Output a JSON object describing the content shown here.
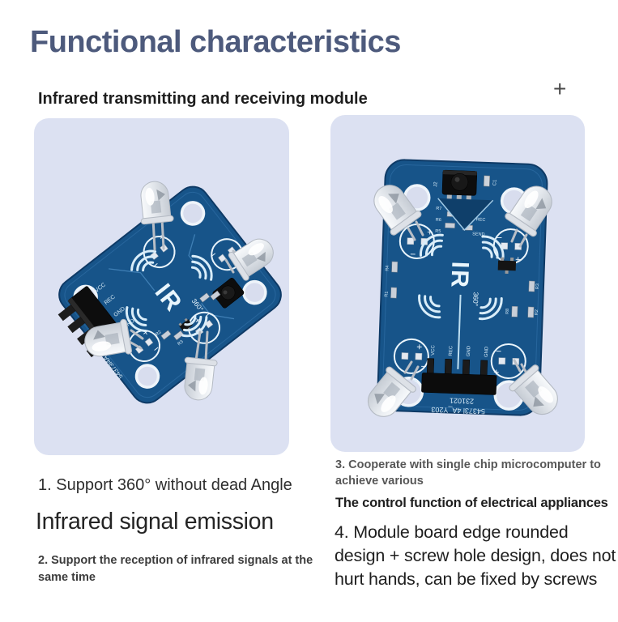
{
  "header": {
    "title": "Functional characteristics",
    "subtitle": "Infrared transmitting and receiving module",
    "plus": "+"
  },
  "panels": {
    "left": {
      "ir": "IR",
      "deg": "360°",
      "board_id": "54373l4A Y209",
      "pins": [
        "VCC",
        "REC",
        "GND",
        "GND"
      ],
      "smd": [
        "R2",
        "R3"
      ]
    },
    "right": {
      "ir": "IR",
      "deg": "360°",
      "j2": "J2",
      "c1": "C1",
      "j1": "J1",
      "labels": {
        "r7": "R7",
        "r6": "R6",
        "r5": "R5",
        "rec": "REC",
        "send": "SEND",
        "r4": "R4",
        "r1": "R1",
        "r3": "R3",
        "r2": "R2",
        "r8": "R8"
      },
      "pins": [
        "VCC",
        "REC",
        "GND",
        "GND"
      ],
      "date_code": "231021",
      "board_id": "54373l 4A_Y203"
    }
  },
  "features": {
    "point1": "1. Support 360° without dead Angle",
    "headline": "Infrared signal emission",
    "point2": "2. Support the reception of infrared signals at the same time",
    "point3": "3. Cooperate with single chip microcomputer to achieve various",
    "point3b": "The control function of electrical appliances",
    "point4": "4. Module board edge rounded design + screw hole design, does not hurt hands, can be fixed by screws"
  },
  "colors": {
    "title": "#4d5a7c",
    "panel_bg": "#dce1f2",
    "pcb_blue": "#175489",
    "silkscreen": "#d6eaf6"
  }
}
